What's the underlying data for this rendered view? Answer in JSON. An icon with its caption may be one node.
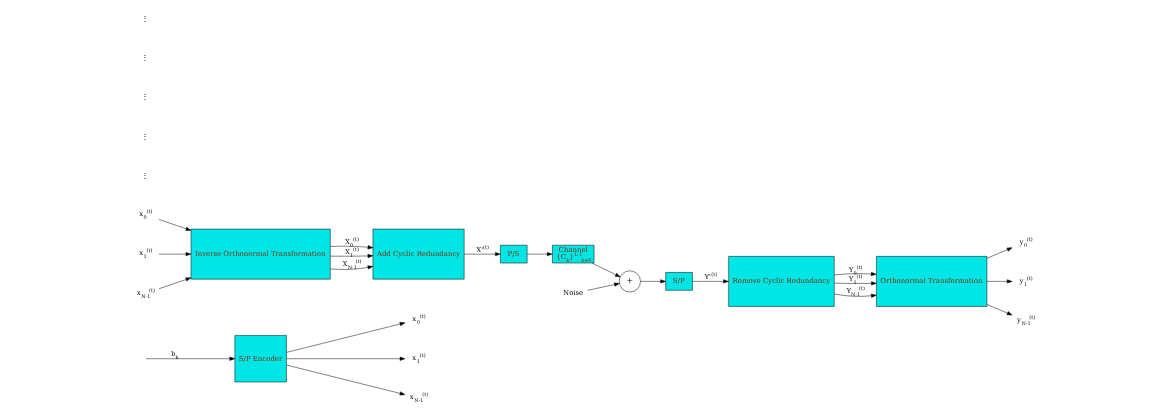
{
  "diagram": {
    "nodes": [
      {
        "text": [
          "S/P Encoder"
        ]
      },
      {
        "text": [
          "x$_{0}$$^{(t)}$"
        ]
      },
      {
        "text": [
          "x$_{1}$$^{(t)}$"
        ]
      },
      {
        "text": [
          "x$_{N-1}$$^{(t)}$"
        ]
      },
      {
        "text": [
          "x$_{0}$$^{(t)}$"
        ]
      },
      {
        "text": [
          "x$_{1}$$^{(t)}$"
        ]
      },
      {
        "text": [
          "x$_{N-1}$$^{(t)}$"
        ]
      },
      {
        "text": [
          "Inverse Orthonormal Transformation"
        ]
      },
      {
        "text": [
          "Add Cyclic Redundancy"
        ]
      },
      {
        "text": [
          "P/S"
        ]
      },
      {
        "text": [
          "Channel",
          "{C$_{k}$}$^{L-1}$$_{k=0}$"
        ]
      },
      {
        "text": [
          "+"
        ]
      },
      {
        "text": [
          "Noise"
        ]
      },
      {
        "text": [
          "S/P"
        ]
      },
      {
        "text": [
          "Remove Cyclic Redundancy"
        ]
      },
      {
        "text": [
          "Orthonormal Transformation"
        ]
      },
      {
        "text": [
          "y$_{0}$$^{(t)}$"
        ]
      },
      {
        "text": [
          "y$_{1}$$^{(t)}$"
        ]
      },
      {
        "text": [
          "y$_{N-1}$$^{(t)}$"
        ]
      }
    ],
    "edges": [
      {
        "from": null,
        "to": 0,
        "arrow": "to",
        "label": "b$_{k}$"
      },
      {
        "from": 0,
        "to": 1,
        "arrow": "to"
      },
      {
        "from": 0,
        "to": 2,
        "arrow": "to"
      },
      {
        "from": 0,
        "to": 3,
        "arrow": "to"
      },
      {
        "from": 4,
        "to": 7,
        "arrow": "to"
      },
      {
        "from": 5,
        "to": 7,
        "arrow": "to"
      },
      {
        "from": 6,
        "to": 7,
        "arrow": "to"
      },
      {
        "from": 7,
        "to": 8,
        "arrow": "to",
        "label": "X$_{0}$$^{(t)}$"
      },
      {
        "from": 7,
        "to": 8,
        "arrow": "to",
        "label": "X$_{1}$$^{(t)}$"
      },
      {
        "from": 7,
        "to": 8,
        "arrow": "to",
        "label": "X$_{N-1}$$^{(t)}$"
      },
      {
        "from": 8,
        "to": 9,
        "arrow": "to",
        "label": "X'$^{(t)}$"
      },
      {
        "from": 9,
        "to": 10,
        "arrow": "to"
      },
      {
        "from": 10,
        "to": 11,
        "arrow": "to"
      },
      {
        "from": 12,
        "to": 11,
        "arrow": "to"
      },
      {
        "from": 11,
        "to": 13,
        "arrow": "to"
      },
      {
        "from": 13,
        "to": 14,
        "arrow": "to",
        "label": "Y'$^{(t)}$"
      },
      {
        "from": 14,
        "to": 15,
        "arrow": "to",
        "label": "Y$_{0}$$^{(t)}$"
      },
      {
        "from": 14,
        "to": 15,
        "arrow": "to",
        "label": "Y$_{1}$$^{(t)}$"
      },
      {
        "from": 14,
        "to": 15,
        "arrow": "to",
        "label": "Y$_{N-1}$$^{(t)}$"
      },
      {
        "from": 15,
        "to": 16,
        "arrow": "to"
      },
      {
        "from": 15,
        "to": 17,
        "arrow": "to"
      },
      {
        "from": 15,
        "to": 18,
        "arrow": "to"
      }
    ],
    "labels": [
      "⋮",
      "⋮",
      "⋮",
      "⋮",
      "⋮"
    ]
  }
}
